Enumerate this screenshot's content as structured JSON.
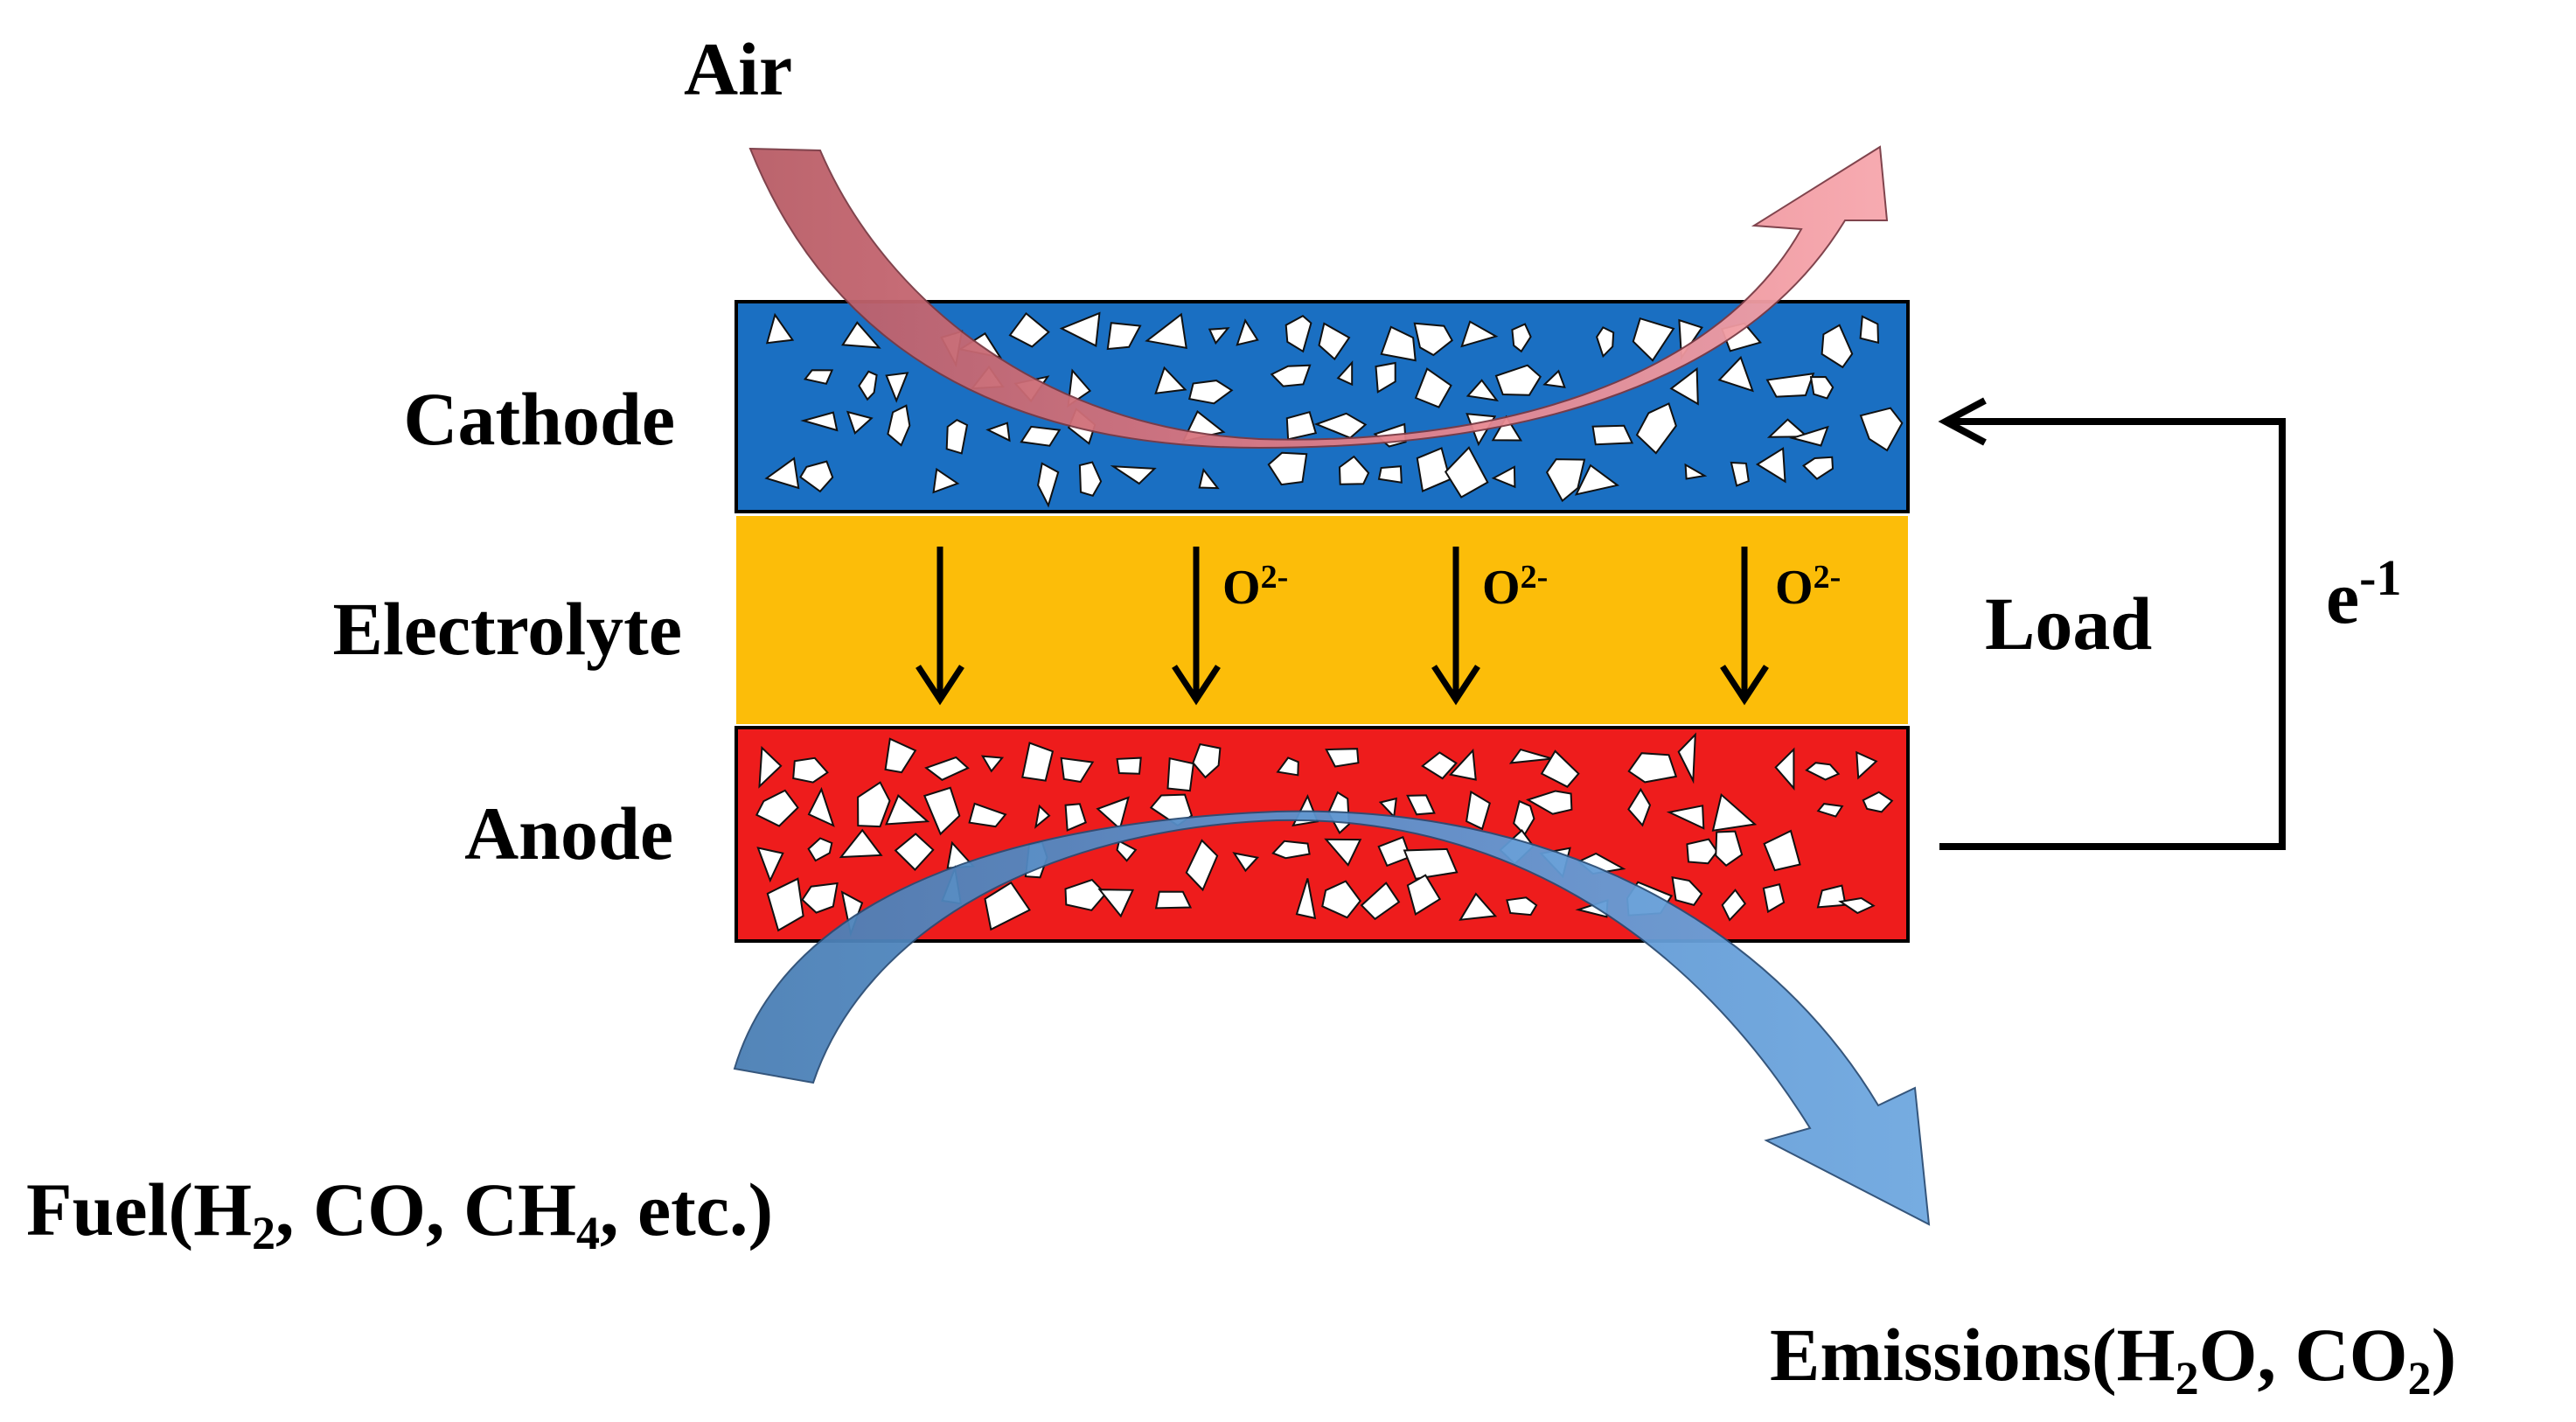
{
  "labels": {
    "air": "Air",
    "cathode": "Cathode",
    "electrolyte": "Electrolyte",
    "anode": "Anode",
    "load": "Load",
    "electron": "e",
    "electron_sup": "-1",
    "ion": "O",
    "ion_sup": "2-",
    "fuel_prefix": "Fuel(H",
    "fuel_sub1": "2",
    "fuel_mid": ", CO, CH",
    "fuel_sub2": "4",
    "fuel_suffix": ", etc.)",
    "emis_prefix": "Emissions(H",
    "emis_sub1": "2",
    "emis_mid": "O, CO",
    "emis_sub2": "2",
    "emis_suffix": ")"
  },
  "colors": {
    "cathode": "#1a6fc2",
    "electrolyte": "#fcbd09",
    "anode": "#ee1c1c",
    "pores": "#ffffff",
    "air_arrow": "#e9868a",
    "fuel_arrow": "#4a82bf",
    "wire": "#000000"
  },
  "ion_arrows_labeled": [
    false,
    true,
    true,
    true
  ]
}
